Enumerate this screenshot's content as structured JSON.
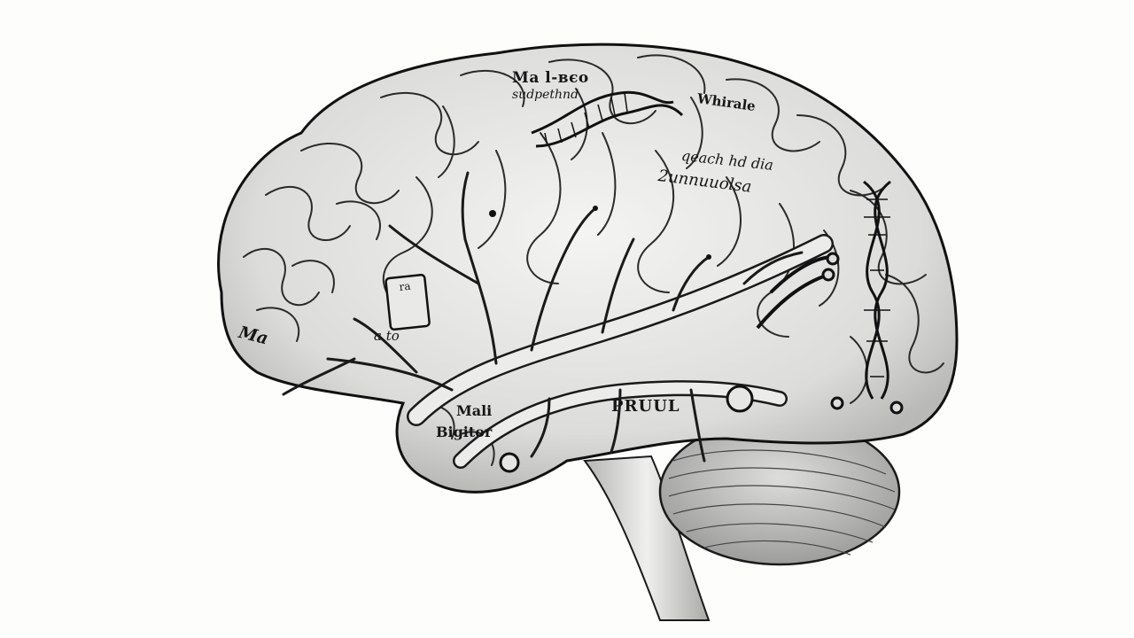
{
  "labels": {
    "top_1": "Ma l-вєо",
    "top_2": "sudpethnd",
    "right_1": "Whirale",
    "mid_1": "qeach hd dia",
    "mid_2": "2unnuuolsa",
    "left_1": "Ma",
    "abbr_1": "a",
    "abbr_2": "to",
    "lower_1": "Mali",
    "lower_2": "Bigitor",
    "lower_3": "PRUUL",
    "box": "ra"
  },
  "palette": {
    "background": "#fdfdfc",
    "ink": "#161616",
    "tissue": "#e9e9e7",
    "shadow": "#bdbdbb"
  }
}
